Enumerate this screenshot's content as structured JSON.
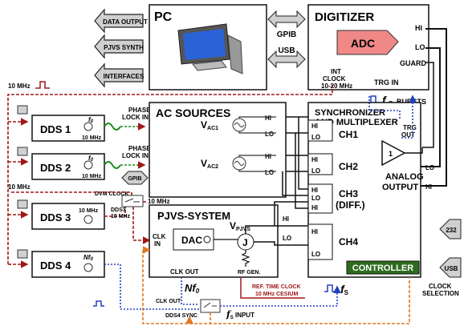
{
  "pc": {
    "label": "PC"
  },
  "left_arrows": {
    "data_output": "DATA OUTPUT",
    "pjvs_synth": "PJVS SYNTH",
    "interfaces": "INTERFACES"
  },
  "bus": {
    "gpib": "GPIB",
    "usb": "USB",
    "gpib_small": "GPIB"
  },
  "digitizer": {
    "label": "DIGITIZER",
    "adc": "ADC",
    "hi": "HI",
    "lo": "LO",
    "guard": "GUARD",
    "int_clock": "INT\nCLOCK\n10-20 MHz",
    "trg_in": "TRG IN",
    "fs_bursts": "BURSTS",
    "fs_symbol": "f",
    "fs_sub": "S"
  },
  "ten_mhz_top": "10 MHz",
  "ac_sources": {
    "label": "AC SOURCES",
    "vac1": "V",
    "vac1_sub": "AC1",
    "vac2": "V",
    "vac2_sub": "AC2",
    "phase_lock_1": "PHASE\nLOCK IN",
    "phase_lock_2": "PHASE\nLOCK IN",
    "hi1": "HI",
    "lo1": "LO",
    "hi2": "HI",
    "lo2": "LO"
  },
  "dds": [
    {
      "label": "DDS 1",
      "f": "f0",
      "clk": "10 MHz"
    },
    {
      "label": "DDS 2",
      "f": "f0",
      "clk": "10 MHz"
    },
    {
      "label": "DDS 3",
      "f": "10 MHz",
      "clk": ""
    },
    {
      "label": "DDS 4",
      "f": "Nf0",
      "clk": ""
    }
  ],
  "dds_misc": {
    "ten_mhz_left": "10 MHz",
    "dvm_clock": "DVM CLOCK",
    "dds3_label": "DDS3\n10 MHz",
    "ten_mhz_mid": "10 MHz"
  },
  "sync": {
    "title": "SYNCHRONIZER\nAND MULTIPLEXER",
    "ch1": "CH1",
    "ch2": "CH2",
    "ch3": "CH3\n(DIFF.)",
    "ch4": "CH4",
    "trg_out": "TRG\nOUT",
    "controller": "CONTROLLER",
    "hi": "HI",
    "lo": "LO"
  },
  "amp": {
    "gain": "1",
    "label": "ANALOG\nOUTPUT"
  },
  "right_ports": {
    "r232": "232",
    "usb": "USB"
  },
  "clock_selection": "CLOCK\nSELECTION",
  "pjvs": {
    "title": "PJVS-SYSTEM",
    "dac": "DAC",
    "vpjvs": "V",
    "vpjvs_sub": "PJVS",
    "j": "J",
    "clk_in": "CLK\nIN",
    "rf_gen": "RF GEN.",
    "clk_out": "CLK OUT",
    "nf0": "Nf0",
    "hi": "HI",
    "lo": "LO"
  },
  "ref_clock": "REF. TIME CLOCK\n10 MHz CESIUM",
  "bottom": {
    "clk_out": "CLK OUT",
    "dds4_sync": "DDS4 SYNC",
    "fs_input": "INPUT",
    "fs_sym": "f",
    "fs_sub": "S"
  },
  "colors": {
    "red_dashed": "#a01818",
    "blue_dotted": "#2040c0",
    "orange_dashed": "#e07820",
    "green_wave": "#1a8a1a",
    "adc_fill": "#f08888",
    "controller_fill": "#2e6b1f",
    "arrow_fill": "#d0d0d0"
  }
}
